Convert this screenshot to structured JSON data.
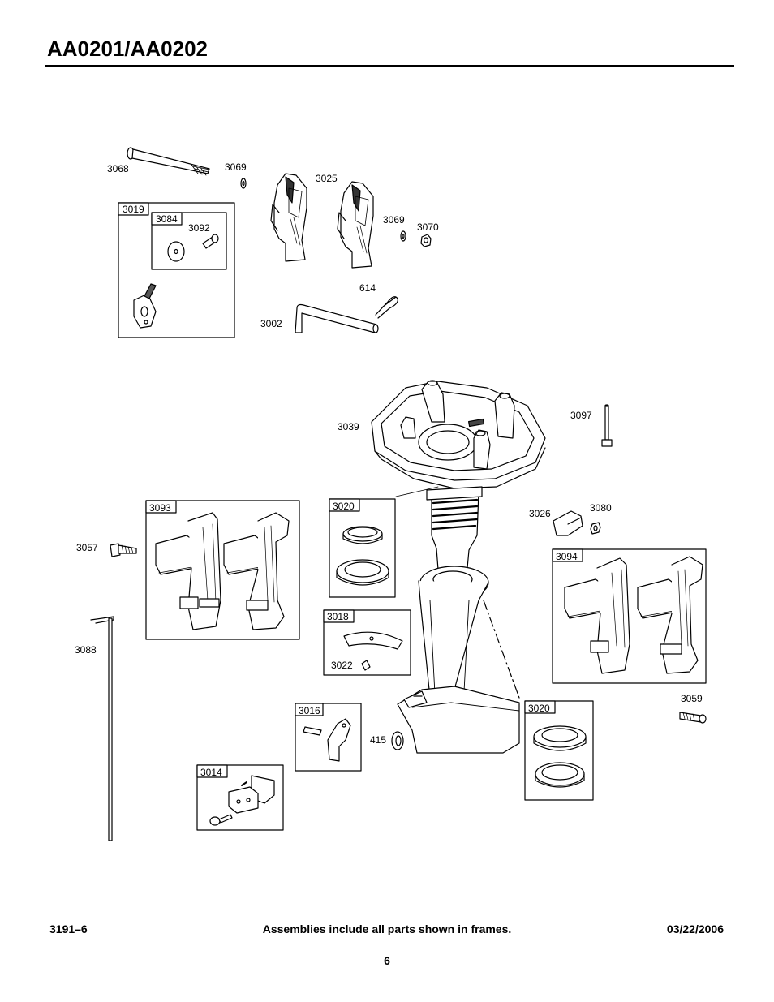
{
  "header": {
    "title": "AA0201/AA0202"
  },
  "diagram": {
    "frames": {
      "f3019": "3019",
      "f3084": "3084",
      "f3093": "3093",
      "f3020a": "3020",
      "f3094": "3094",
      "f3018": "3018",
      "f3016": "3016",
      "f3020b": "3020",
      "f3014": "3014"
    },
    "callouts": {
      "c3068": "3068",
      "c3069a": "3069",
      "c3025": "3025",
      "c3069b": "3069",
      "c3070": "3070",
      "c3092": "3092",
      "c614": "614",
      "c3002": "3002",
      "c3039": "3039",
      "c3097": "3097",
      "c3026": "3026",
      "c3080": "3080",
      "c3057": "3057",
      "c3088": "3088",
      "c3022": "3022",
      "c3059": "3059",
      "c415": "415"
    }
  },
  "footer": {
    "doc_number": "3191–6",
    "note": "Assemblies include all parts shown in frames.",
    "date": "03/22/2006",
    "page": "6"
  }
}
